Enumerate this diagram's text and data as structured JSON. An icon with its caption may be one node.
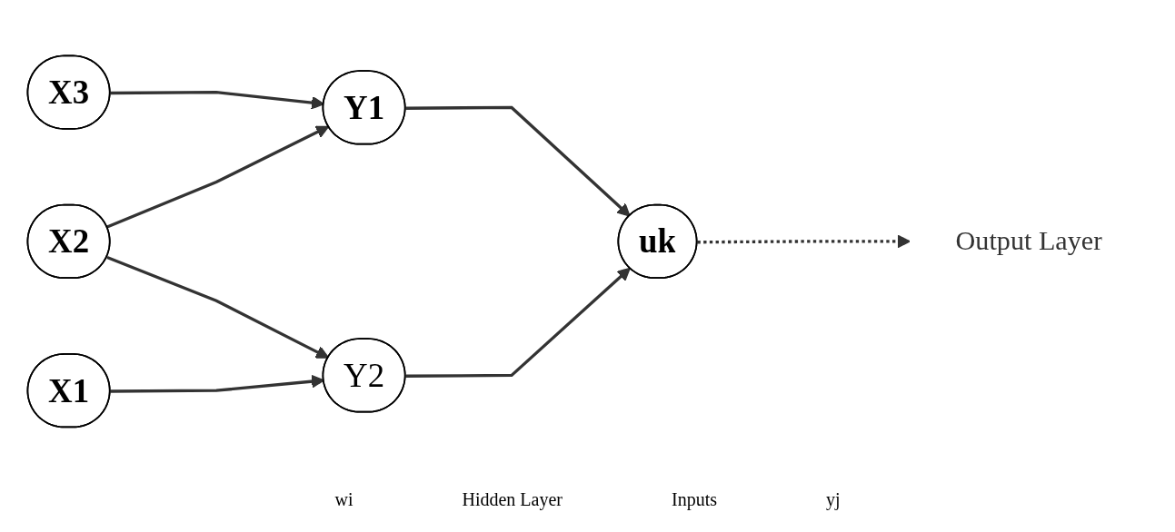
{
  "diagram": {
    "nodes": [
      {
        "text": [
          "X1"
        ]
      },
      {
        "text": [
          "X2"
        ]
      },
      {
        "text": [
          "X3"
        ]
      },
      {
        "text": [
          "Y1"
        ]
      },
      {
        "text": [
          "Y2"
        ]
      },
      {
        "text": [
          "uk"
        ]
      },
      {
        "text": [
          "Output Layer"
        ]
      }
    ],
    "edges": [
      {
        "from": 0,
        "to": 4,
        "arrow": "to"
      },
      {
        "from": 1,
        "to": 3,
        "arrow": "to"
      },
      {
        "from": 1,
        "to": 4,
        "arrow": "to"
      },
      {
        "from": 2,
        "to": 3,
        "arrow": "to"
      },
      {
        "from": 3,
        "to": 5,
        "arrow": "to"
      },
      {
        "from": 4,
        "to": 5,
        "arrow": "to"
      },
      {
        "from": 5,
        "to": 6,
        "arrow": "to",
        "style": "dashed"
      }
    ],
    "labels": [
      "wi",
      "Hidden Layer",
      "Inputs",
      "yj"
    ]
  }
}
